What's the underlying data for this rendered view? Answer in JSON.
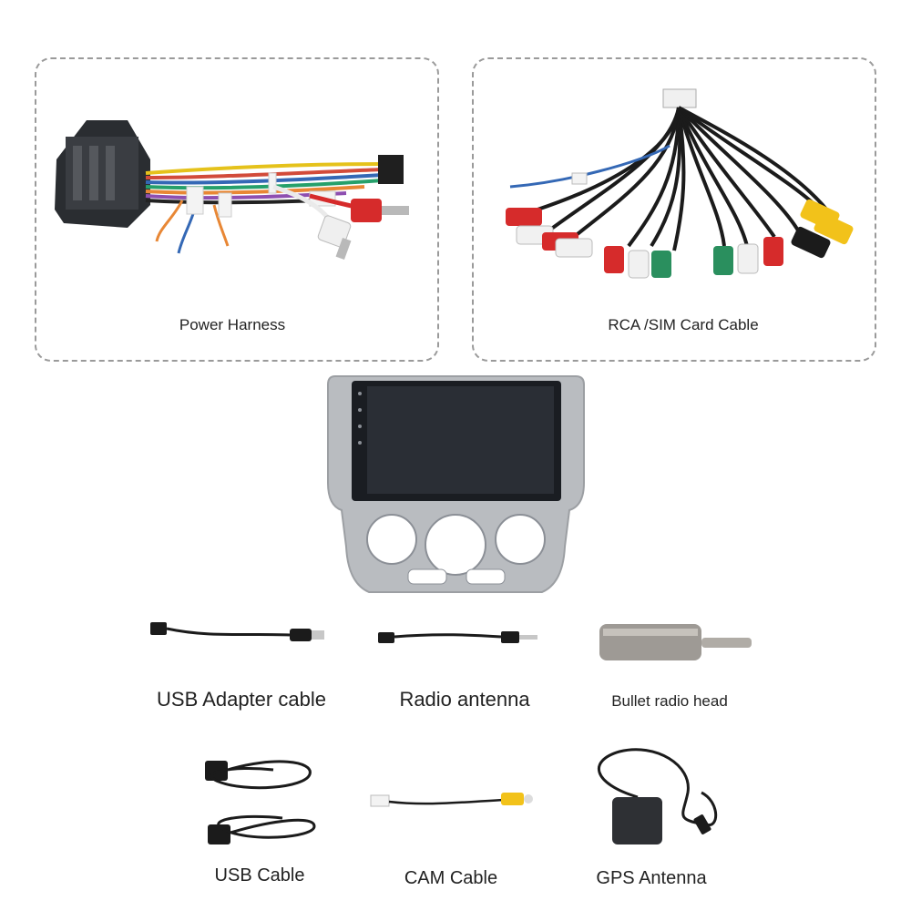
{
  "harness": {
    "power_label": "Power Harness",
    "rca_label": "RCA /SIM Card Cable"
  },
  "accessories": {
    "usb_adapter_label": "USB Adapter cable",
    "radio_antenna_label": "Radio antenna",
    "bullet_head_label": "Bullet radio head",
    "usb_cable_label": "USB Cable",
    "cam_cable_label": "CAM Cable",
    "gps_label": "GPS Antenna"
  },
  "colors": {
    "frame": "#b9bcc0",
    "screen": "#1a1d22",
    "rca_red": "#d62b2b",
    "rca_white": "#f1f1f1",
    "rca_yellow": "#f2c21a",
    "rca_green": "#2a8f5e",
    "wire_black": "#1b1b1b"
  }
}
